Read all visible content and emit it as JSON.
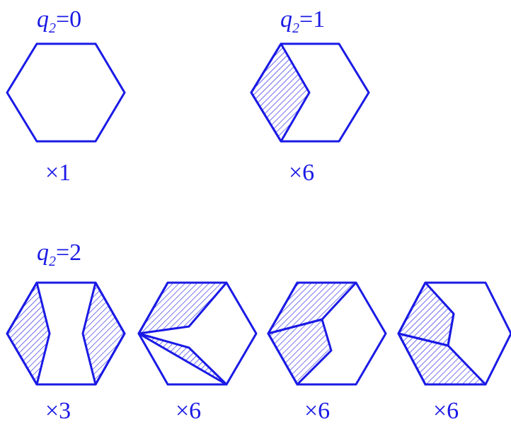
{
  "title": "",
  "colors": {
    "ink": "#1a1ae6",
    "background": "#ffffff"
  },
  "groups": [
    {
      "q_symbol": "q",
      "q_sub": "2",
      "q_value": "=0"
    },
    {
      "q_symbol": "q",
      "q_sub": "2",
      "q_value": "=1"
    },
    {
      "q_symbol": "q",
      "q_sub": "2",
      "q_value": "=2"
    }
  ],
  "multiplicities": [
    "×1",
    "×6",
    "×3",
    "×6",
    "×6",
    "×6"
  ]
}
